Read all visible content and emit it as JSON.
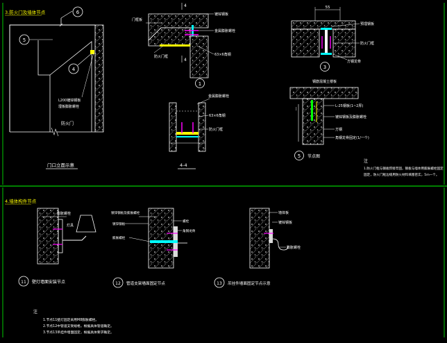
{
  "colors": {
    "background": "#000000",
    "line": "#ffffff",
    "green": "#00ff00",
    "yellow": "#ffff00",
    "magenta": "#ff00ff",
    "cyan": "#00ffff",
    "hatch": "#bfbfbf"
  },
  "section_a": {
    "heading": "3.防火门及墙体节点",
    "callouts": {
      "c6": "6",
      "c5": "5",
      "c4": "4"
    },
    "note_line1": "L200镀锌钢板",
    "note_line2": "埋板膨胀螺栓",
    "door_label": "防火门",
    "caption": "门口立面示意"
  },
  "detail1": {
    "section_mark_top": "4",
    "section_mark_bottom": "4",
    "label_wall": "门框板",
    "label_plate": "镀锌钢板",
    "label_anchor": "金属膨胀螺栓",
    "label_angle": "63×6角钢",
    "label_bottom": "防火门框",
    "callout": "1"
  },
  "detail3": {
    "dim": "55",
    "label_a": "预埋钢板",
    "label_b": "防火门框",
    "label_c": "方钢龙骨",
    "callout": "3"
  },
  "section44": {
    "label_top": "金属膨胀螺栓",
    "label_mid": "63×6角钢",
    "label_low": "防火门框",
    "caption": "4-4"
  },
  "detail5": {
    "label_top": "钢筋混凝土楼板",
    "label_a": "L-25钢板(1~2厚)",
    "label_b": "镀锌钢板及膨胀螺栓",
    "label_c": "方钢",
    "label_d": "角钢龙骨固定(1/一个)",
    "callout": "5",
    "caption": "节点图"
  },
  "note_right": {
    "title": "注",
    "line1": "1.防火门框与钢板焊接牢固，钢板与墙体用膨胀螺栓固定",
    "line2": "固定，防火门框边缝用防火材料填塞密实，5m一个。"
  },
  "section_b": {
    "heading": "4.墙体构件节点"
  },
  "detail11": {
    "label_a": "膨胀螺栓",
    "label_b": "灯具",
    "callout": "11",
    "caption": "壁灯墙面安装节点"
  },
  "detail12": {
    "label_a": "镀锌钢板及膨胀螺栓",
    "label_b": "镀锌钢板",
    "label_c": "螺栓",
    "label_d": "角钢龙骨",
    "label_e": "膨胀螺栓",
    "callout": "12",
    "caption": "管道支架墙面固定节点"
  },
  "detail13": {
    "label_a": "墙体板",
    "label_b": "镀锌钢板",
    "label_c": "膨胀螺栓",
    "callout": "13",
    "caption": "吊挂件墙面固定节点示意"
  },
  "note_bottom": {
    "title": "注",
    "line1": "1.节点11壁灯固定采用M8膨胀螺栓。",
    "line2": "2.节点12中管道支架规格，根据具体管道确定。",
    "line3": "3.节点13吊挂件墙面固定，根据具体要求确定。"
  }
}
